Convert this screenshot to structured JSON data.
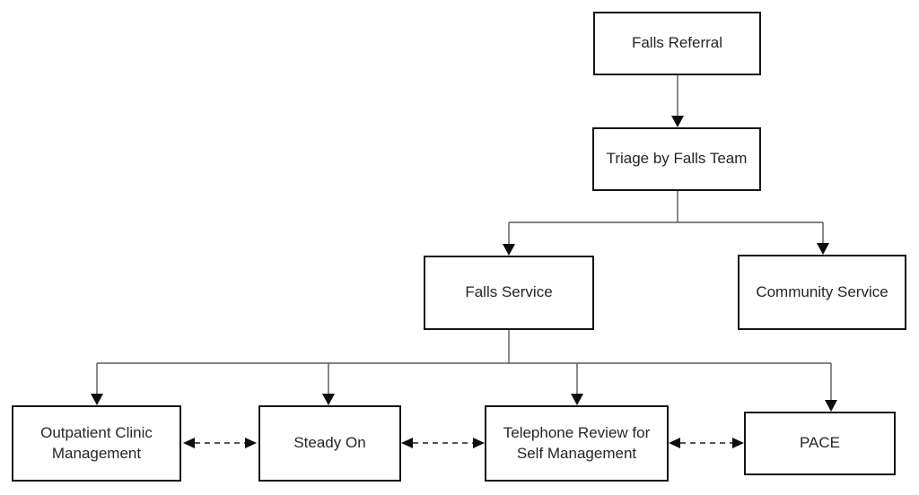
{
  "nodes": {
    "falls_referral": {
      "label": "Falls Referral"
    },
    "triage": {
      "label": "Triage by Falls Team"
    },
    "falls_service": {
      "label": "Falls Service"
    },
    "community_service": {
      "label": "Community Service"
    },
    "outpatient_clinic": {
      "label": "Outpatient Clinic Management"
    },
    "steady_on": {
      "label": "Steady On"
    },
    "telephone_review": {
      "label": "Telephone Review for Self Management"
    },
    "pace": {
      "label": "PACE"
    }
  },
  "edges": [
    {
      "from": "falls_referral",
      "to": "triage",
      "style": "solid-arrow"
    },
    {
      "from": "triage",
      "to": "falls_service",
      "style": "solid-arrow"
    },
    {
      "from": "triage",
      "to": "community_service",
      "style": "solid-arrow"
    },
    {
      "from": "falls_service",
      "to": "outpatient_clinic",
      "style": "solid-arrow"
    },
    {
      "from": "falls_service",
      "to": "steady_on",
      "style": "solid-arrow"
    },
    {
      "from": "falls_service",
      "to": "telephone_review",
      "style": "solid-arrow"
    },
    {
      "from": "falls_service",
      "to": "pace",
      "style": "solid-arrow"
    },
    {
      "from": "outpatient_clinic",
      "to": "steady_on",
      "style": "dashed-bidirectional"
    },
    {
      "from": "steady_on",
      "to": "telephone_review",
      "style": "dashed-bidirectional"
    },
    {
      "from": "telephone_review",
      "to": "pace",
      "style": "dashed-bidirectional"
    }
  ],
  "colors": {
    "box_fill": "#ffffff",
    "box_border": "#141414",
    "connector_line": "#595959",
    "arrowhead": "#0d0d0d",
    "text": "#262626",
    "background": "#ffffff"
  }
}
